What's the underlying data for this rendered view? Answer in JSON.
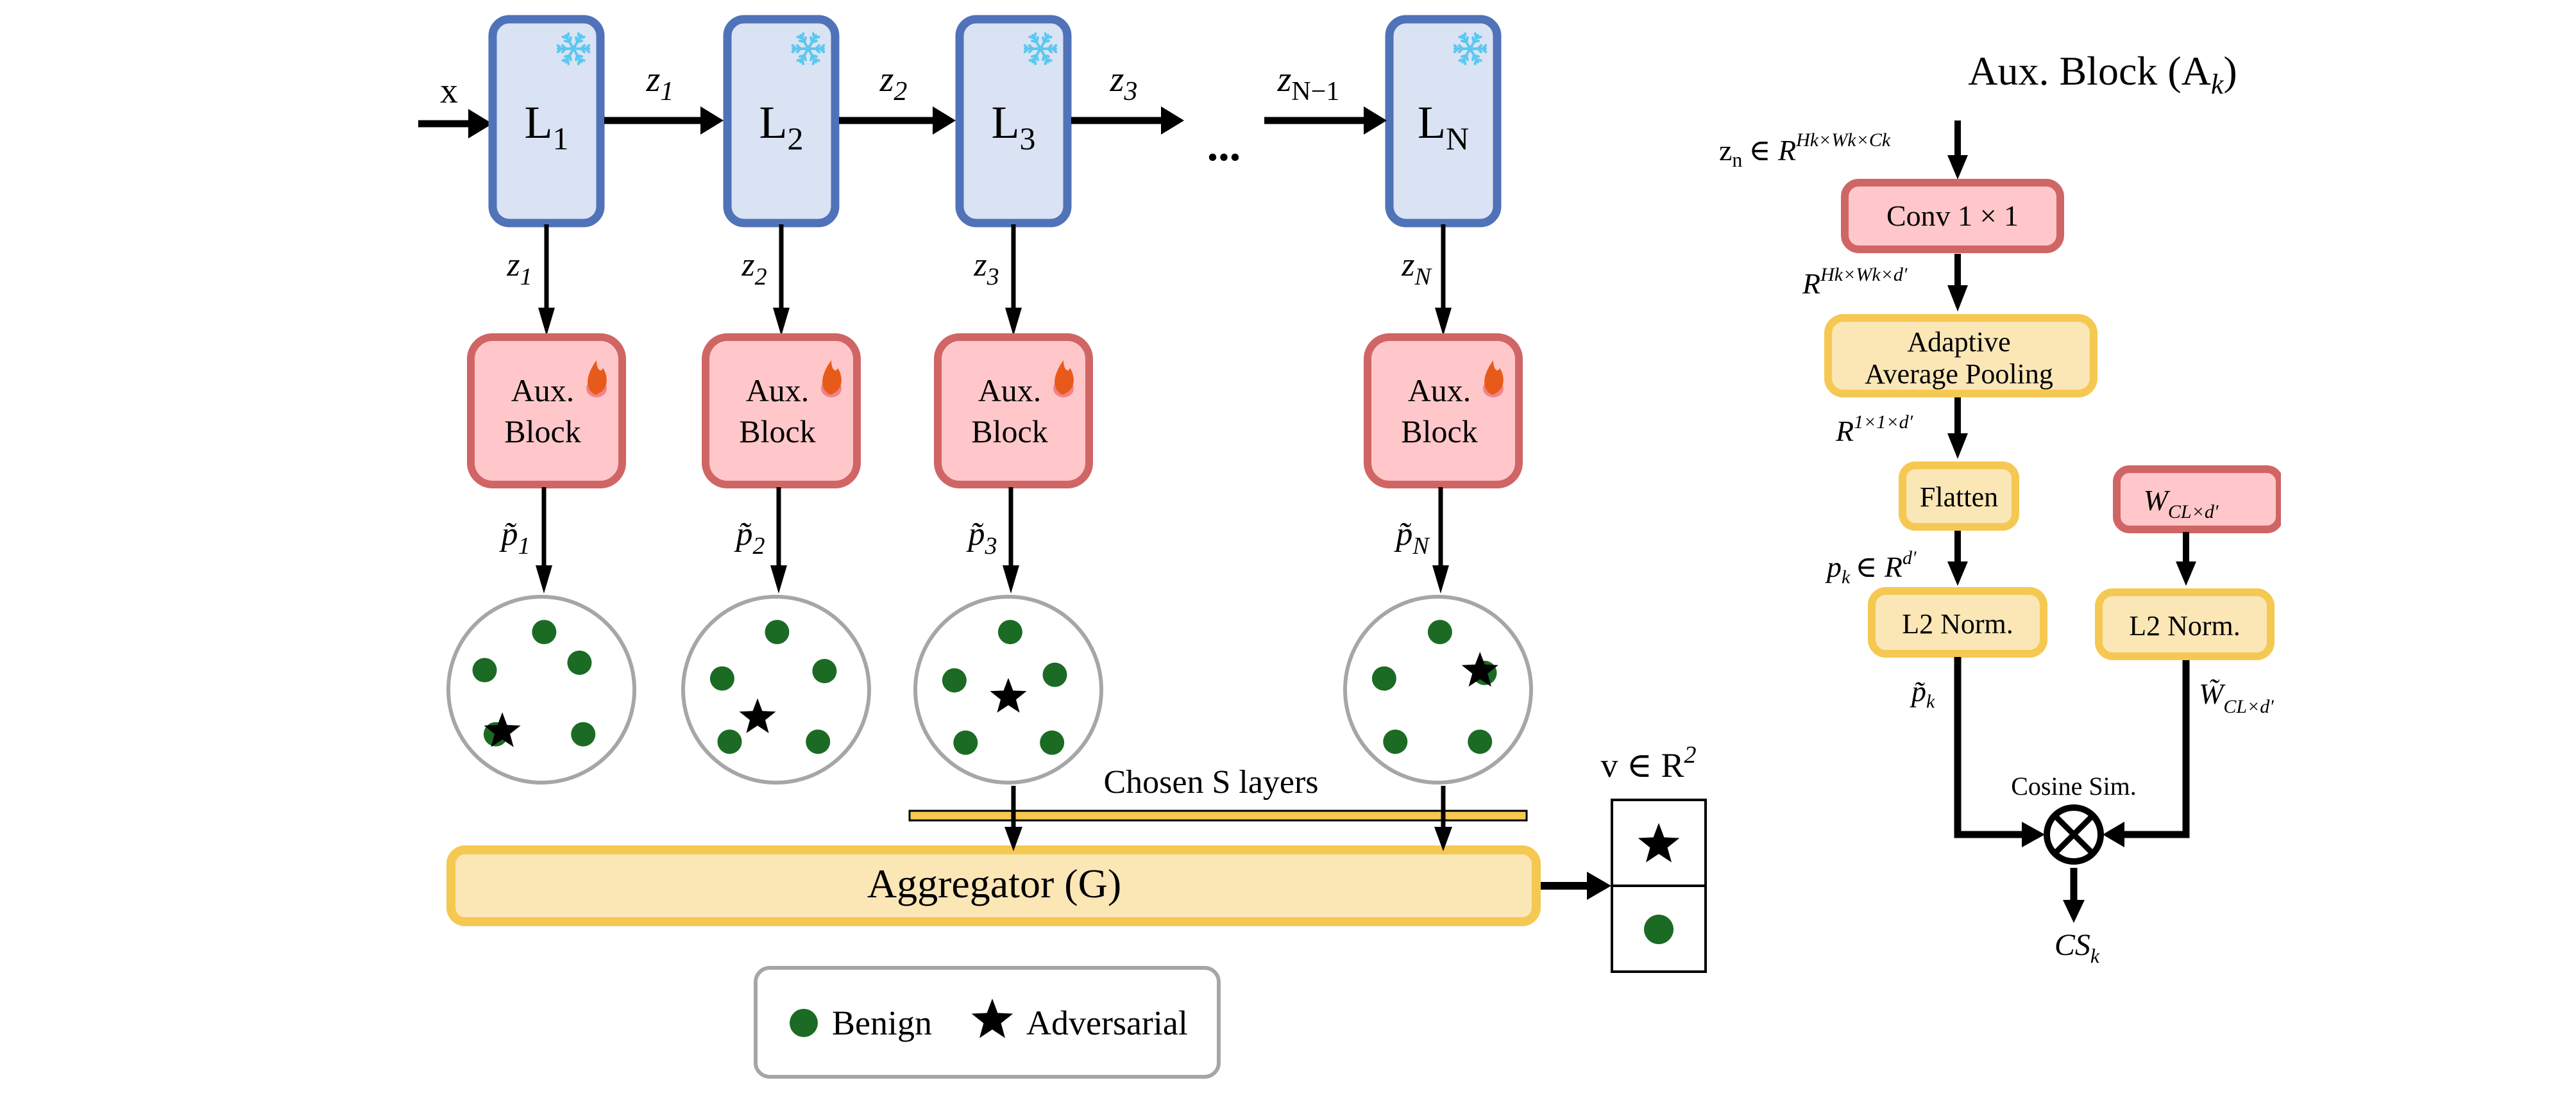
{
  "colors": {
    "layer_fill": "#DAE3F3",
    "layer_border": "#4F72B8",
    "aux_fill": "#FFC7C9",
    "aux_border": "#D06565",
    "yellow_fill": "#FBE6B6",
    "yellow_border": "#F5C852",
    "benign_dot": "#1B6B24",
    "cluster_ring": "#A6A6A6",
    "snowflake": "#5AC8F0",
    "flame": "#E85A1A"
  },
  "input_label": "x",
  "layers": [
    {
      "label": "L",
      "sub": "1",
      "frozen": true,
      "out_label": "z",
      "out_sub": "1",
      "down_label": "z",
      "down_sub": "1",
      "prob_label": "p̃",
      "prob_sub": "1",
      "cluster": {
        "benign": [
          [
            0.03,
            -0.62
          ],
          [
            -0.61,
            -0.21
          ],
          [
            0.41,
            -0.29
          ],
          [
            -0.49,
            0.48
          ],
          [
            0.45,
            0.48
          ]
        ],
        "adversarial": [
          [
            -0.42,
            0.45
          ]
        ]
      }
    },
    {
      "label": "L",
      "sub": "2",
      "frozen": true,
      "out_label": "z",
      "out_sub": "2",
      "down_label": "z",
      "down_sub": "2",
      "prob_label": "p̃",
      "prob_sub": "2",
      "cluster": {
        "benign": [
          [
            0.01,
            -0.62
          ],
          [
            -0.58,
            -0.12
          ],
          [
            0.52,
            -0.2
          ],
          [
            -0.5,
            0.56
          ],
          [
            0.45,
            0.56
          ]
        ],
        "adversarial": [
          [
            -0.2,
            0.3
          ]
        ]
      }
    },
    {
      "label": "L",
      "sub": "3",
      "frozen": true,
      "out_label": "z",
      "out_sub": "3",
      "down_label": "z",
      "down_sub": "3",
      "prob_label": "p̃",
      "prob_sub": "3",
      "cluster": {
        "benign": [
          [
            0.02,
            -0.62
          ],
          [
            -0.58,
            -0.1
          ],
          [
            0.5,
            -0.16
          ],
          [
            -0.46,
            0.57
          ],
          [
            0.47,
            0.57
          ]
        ],
        "adversarial": [
          [
            0.0,
            0.08
          ]
        ]
      }
    },
    {
      "label": "L",
      "sub": "N",
      "frozen": true,
      "out_label": "z",
      "out_sub": "N−1",
      "down_label": "z",
      "down_sub": "N",
      "prob_label": "p̃",
      "prob_sub": "N",
      "cluster": {
        "benign": [
          [
            0.02,
            -0.62
          ],
          [
            -0.58,
            -0.12
          ],
          [
            0.5,
            -0.18
          ],
          [
            -0.46,
            0.56
          ],
          [
            0.45,
            0.56
          ]
        ],
        "adversarial": [
          [
            0.45,
            -0.2
          ]
        ]
      }
    }
  ],
  "ellipsis": "...",
  "aux_block_label_line1": "Aux.",
  "aux_block_label_line2": "Block",
  "chosen_layers_label": "Chosen S layers",
  "aggregator_label": "Aggregator (G)",
  "output_vector_label": "v ∈ R",
  "output_vector_sup": "2",
  "legend": {
    "benign_label": "Benign",
    "adversarial_label": "Adversarial"
  },
  "aux_detail": {
    "title": "Aux. Block (A",
    "title_sub": "k",
    "title_close": ")",
    "input_label": "z",
    "input_sub": "n",
    "input_set": "∈ R",
    "input_sup": "Hk×Wk×Ck",
    "conv_label": "Conv 1 × 1",
    "conv_out": "R",
    "conv_out_sup": "Hk×Wk×d′",
    "pool_line1": "Adaptive",
    "pool_line2": "Average Pooling",
    "pool_out": "R",
    "pool_out_sup": "1×1×d′",
    "flatten_label": "Flatten",
    "flatten_out": "p",
    "flatten_out_sub": "k",
    "flatten_out_set": "∈ R",
    "flatten_out_sup": "d′",
    "weight_label": "W",
    "weight_sub": "CL×d′",
    "l2_left_label": "L2 Norm.",
    "l2_right_label": "L2 Norm.",
    "l2_left_out": "p̃",
    "l2_left_out_sub": "k",
    "l2_right_out": "W̃",
    "l2_right_out_sub": "CL×d′",
    "cosine_label": "Cosine Sim.",
    "output_label": "CS",
    "output_sub": "k"
  }
}
